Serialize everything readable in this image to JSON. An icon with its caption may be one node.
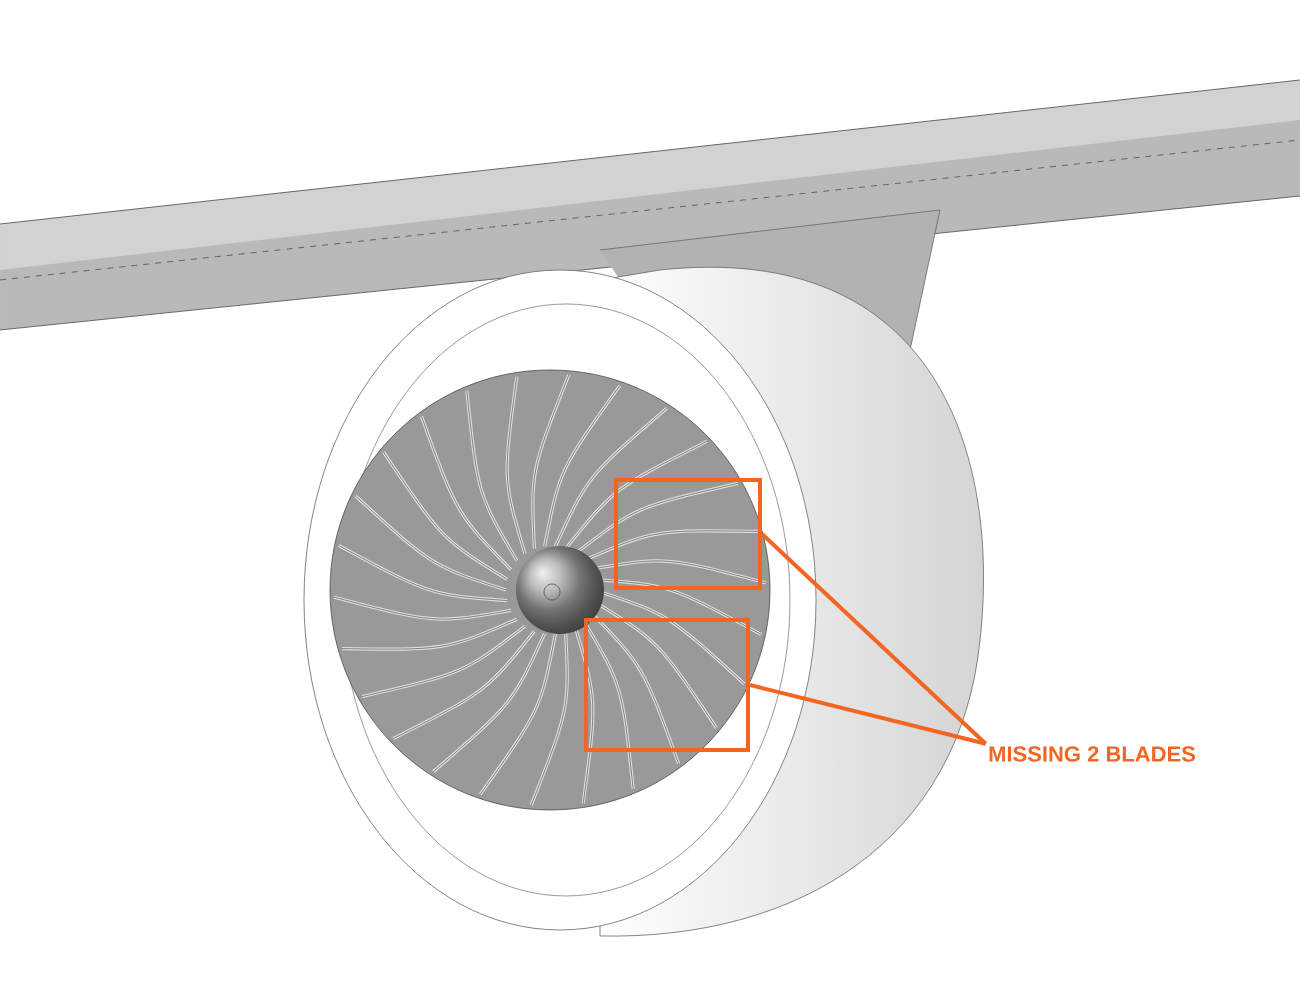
{
  "diagram": {
    "nodes": [
      {
        "text": [
          "MISSING 2 BLADES"
        ]
      },
      {
        "text": [],
        "shape": "box"
      },
      {
        "text": [],
        "shape": "box"
      }
    ],
    "edges": [
      {
        "from": 0,
        "to": 1,
        "arrow": "none"
      },
      {
        "from": 0,
        "to": 2,
        "arrow": "none"
      }
    ]
  }
}
